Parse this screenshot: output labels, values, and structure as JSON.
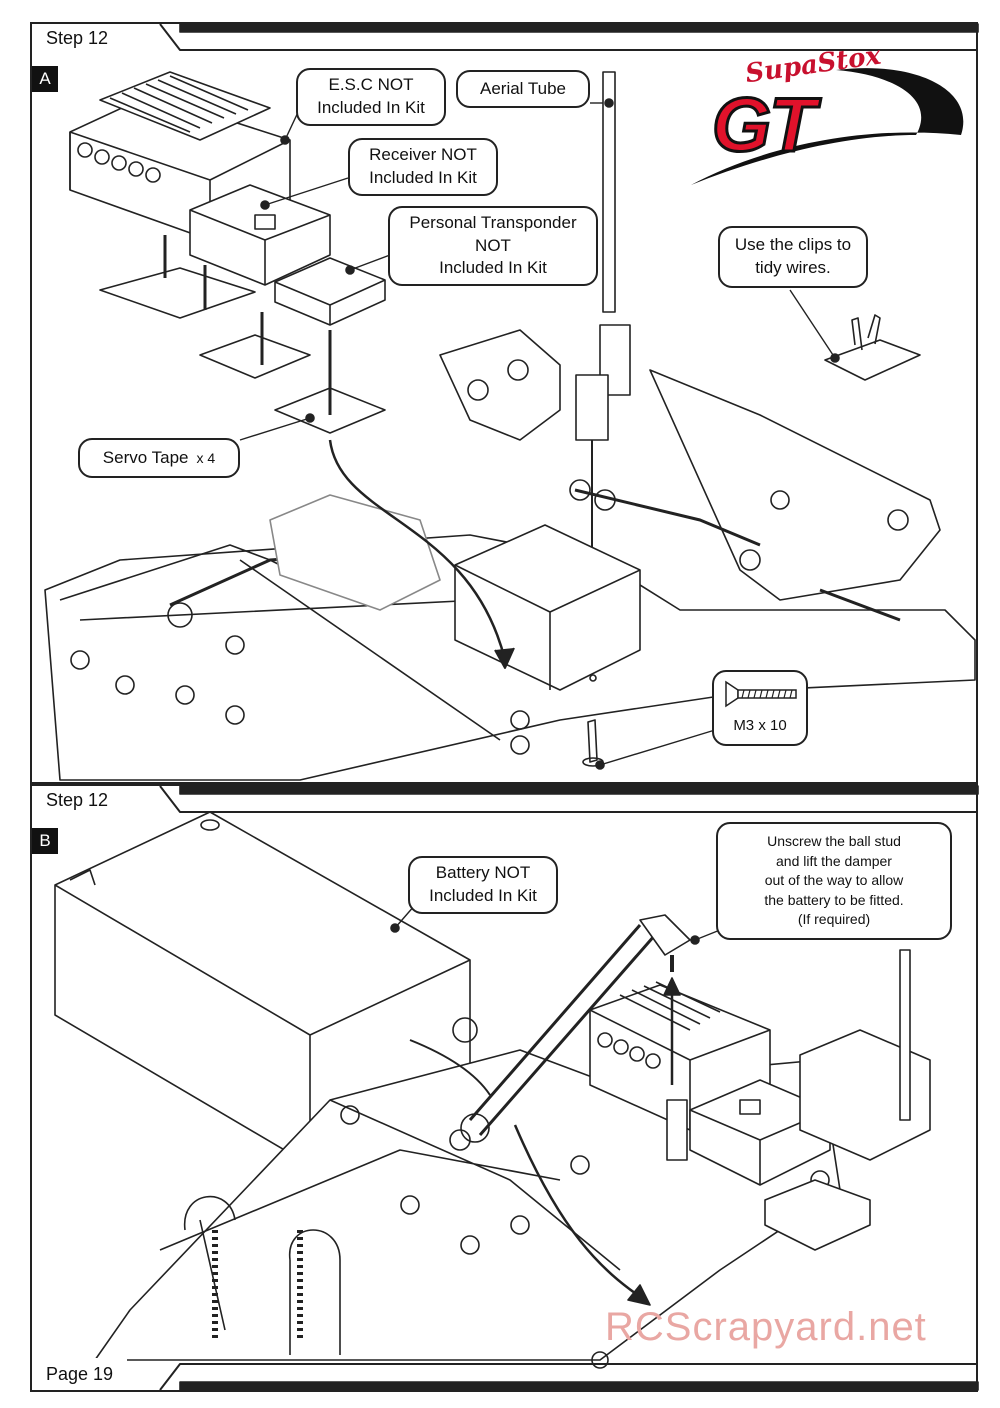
{
  "panel_a": {
    "step": "Step 12",
    "letter": "A",
    "callouts": {
      "esc": [
        "E.S.C NOT",
        "Included In Kit"
      ],
      "receiver": [
        "Receiver NOT",
        "Included In Kit"
      ],
      "transponder": [
        "Personal Transponder",
        "NOT",
        "Included In Kit"
      ],
      "aerial": "Aerial Tube",
      "clips": [
        "Use the clips to",
        "tidy wires."
      ],
      "servo_tape": "Servo Tape",
      "servo_tape_qty": "x 4",
      "screw": "M3 x 10"
    }
  },
  "panel_b": {
    "step": "Step 12",
    "letter": "B",
    "callouts": {
      "battery": [
        "Battery NOT",
        "Included In Kit"
      ],
      "damper": [
        "Unscrew the ball stud",
        "and lift the damper",
        "out of the way to allow",
        "the battery to be fitted.",
        "(If required)"
      ]
    }
  },
  "logo": {
    "brand": "SupaStox",
    "model": "GT",
    "colors": {
      "red": "#e1122b",
      "black": "#111111"
    }
  },
  "footer": {
    "page": "Page 19"
  },
  "watermark": "RCScrapyard.net"
}
